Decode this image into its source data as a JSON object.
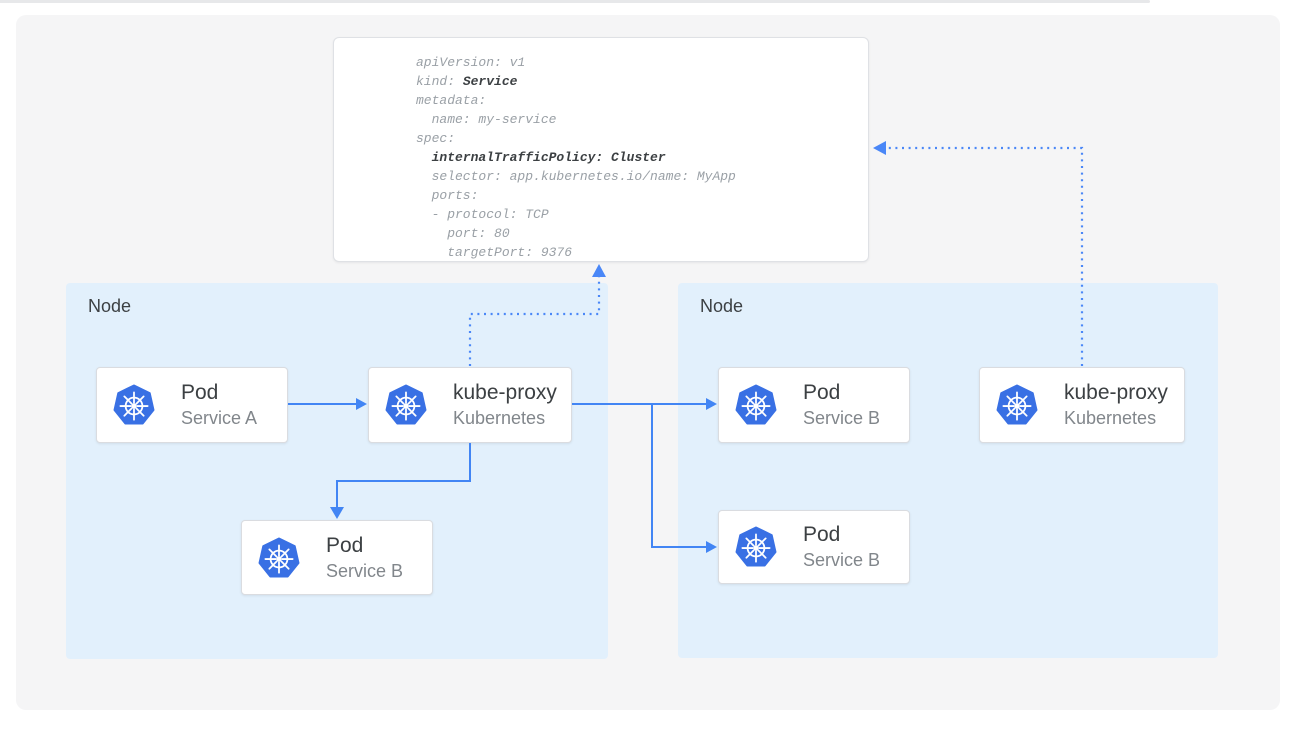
{
  "yaml_panel": {
    "code": {
      "l1": "apiVersion: v1",
      "l2a": "kind: ",
      "l2b": "Service",
      "l3": "metadata:",
      "l4": "  name: my-service",
      "l5": "spec:",
      "l6a": "  ",
      "l6b": "internalTrafficPolicy: Cluster",
      "l7": "  selector: app.kubernetes.io/name: MyApp",
      "l8": "  ports:",
      "l9": "  - protocol: TCP",
      "l10": "    port: 80",
      "l11": "    targetPort: 9376"
    }
  },
  "nodes": {
    "left": {
      "label": "Node"
    },
    "right": {
      "label": "Node"
    }
  },
  "boxes": {
    "pod_a": {
      "title": "Pod",
      "subtitle": "Service A",
      "icon": "kubernetes-logo"
    },
    "kube_proxy_left": {
      "title": "kube-proxy",
      "subtitle": "Kubernetes",
      "icon": "kubernetes-logo"
    },
    "pod_b_left": {
      "title": "Pod",
      "subtitle": "Service B",
      "icon": "kubernetes-logo"
    },
    "pod_b_right_top": {
      "title": "Pod",
      "subtitle": "Service B",
      "icon": "kubernetes-logo"
    },
    "kube_proxy_right": {
      "title": "kube-proxy",
      "subtitle": "Kubernetes",
      "icon": "kubernetes-logo"
    },
    "pod_b_right_bottom": {
      "title": "Pod",
      "subtitle": "Service B",
      "icon": "kubernetes-logo"
    }
  },
  "colors": {
    "kubernetes_blue": "#3970e4",
    "solid_arrow": "#4285f4",
    "dotted_arrow": "#4a87f7",
    "node_background": "#e2f0fc",
    "canvas_background": "#f5f5f6",
    "title_text": "#3c4043",
    "subtitle_text": "#81868b",
    "code_text": "#9aa0a6",
    "code_bold_text": "#3c4043"
  }
}
